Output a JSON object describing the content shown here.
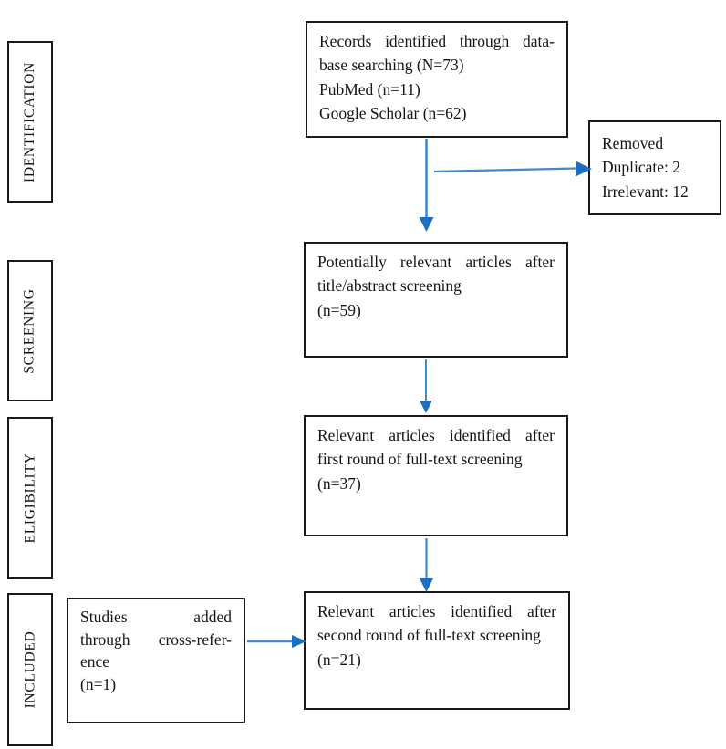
{
  "stages": [
    {
      "label": "IDENTIFICATION"
    },
    {
      "label": "SCREENING"
    },
    {
      "label": "ELIGIBILITY"
    },
    {
      "label": "INCLUDED"
    }
  ],
  "boxes": {
    "records": {
      "lines": [
        {
          "text": "Records identified through data-",
          "justify": true
        },
        {
          "text": "base searching (N=73)",
          "justify": false
        },
        {
          "text": "PubMed (n=11)",
          "justify": false
        },
        {
          "text": "Google Scholar (n=62)",
          "justify": false
        }
      ]
    },
    "removed": {
      "lines": [
        {
          "text": "Removed",
          "justify": false
        },
        {
          "text": "Duplicate: 2",
          "justify": false
        },
        {
          "text": "Irrelevant: 12",
          "justify": false
        }
      ]
    },
    "title_abstract": {
      "lines": [
        {
          "text": "Potentially relevant articles after",
          "justify": true
        },
        {
          "text": "title/abstract screening",
          "justify": false
        },
        {
          "text": "(n=59)",
          "justify": false
        }
      ]
    },
    "first_round": {
      "lines": [
        {
          "text": "Relevant articles identified after",
          "justify": true
        },
        {
          "text": "first round of full-text screening",
          "justify": false
        },
        {
          "text": "(n=37)",
          "justify": false
        }
      ]
    },
    "second_round": {
      "lines": [
        {
          "text": "Relevant articles identified after",
          "justify": true
        },
        {
          "text": "second round of full-text screening",
          "justify": false
        },
        {
          "text": "(n=21)",
          "justify": false
        }
      ]
    },
    "cross_reference": {
      "lines": [
        {
          "text": "Studies added",
          "justify": true
        },
        {
          "text": "through cross-refer-",
          "justify": true
        },
        {
          "text": "ence",
          "justify": false
        },
        {
          "text": "(n=1)",
          "justify": false
        }
      ]
    }
  },
  "colors": {
    "arrow_line": "#4289cf",
    "arrow_head": "#1b6ec2",
    "box_border": "#1a1a1a"
  }
}
